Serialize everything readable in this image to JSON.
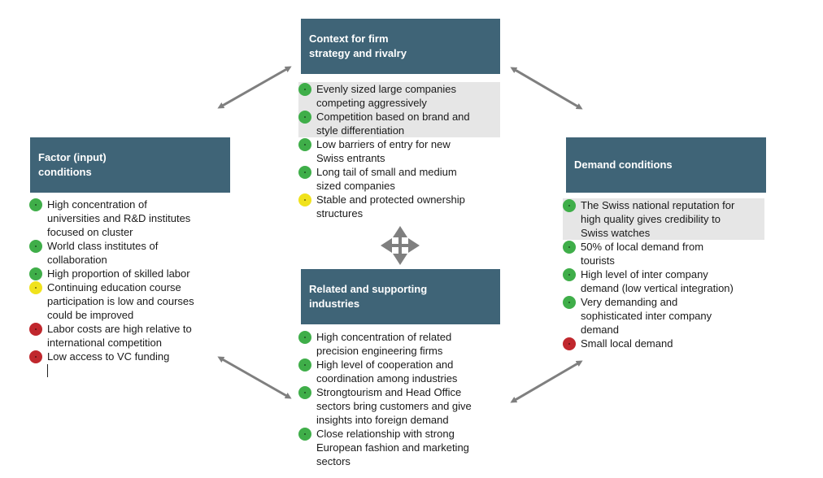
{
  "context": {
    "title": "Context for firm\nstrategy and rivalry",
    "items": [
      {
        "text": "Evenly sized large companies\ncompeting aggressively",
        "status": "green",
        "highlight": true
      },
      {
        "text": "Competition based on brand and\nstyle differentiation",
        "status": "green",
        "highlight": true
      },
      {
        "text": "Low barriers of entry for new\nSwiss entrants",
        "status": "green",
        "highlight": false
      },
      {
        "text": "Long tail of small and medium\nsized companies",
        "status": "green",
        "highlight": false
      },
      {
        "text": "Stable and protected ownership\nstructures",
        "status": "yellow",
        "highlight": false
      }
    ]
  },
  "factor": {
    "title": "Factor (input)\nconditions",
    "items": [
      {
        "text": "High concentration of\nuniversities and R&D institutes\nfocused on cluster",
        "status": "green",
        "highlight": false
      },
      {
        "text": "World class institutes of\ncollaboration",
        "status": "green",
        "highlight": false
      },
      {
        "text": "High proportion of skilled labor",
        "status": "green",
        "highlight": false
      },
      {
        "text": "Continuing education course\nparticipation is low and courses\ncould be improved",
        "status": "yellow",
        "highlight": false
      },
      {
        "text": "Labor costs are high relative to\ninternational competition",
        "status": "red",
        "highlight": false
      },
      {
        "text": "Low access to VC funding",
        "status": "red",
        "highlight": false
      }
    ]
  },
  "demand": {
    "title": "Demand conditions",
    "items": [
      {
        "text": "The Swiss national reputation for\nhigh quality gives credibility to\nSwiss watches",
        "status": "green",
        "highlight": true
      },
      {
        "text": "50% of local demand from\ntourists",
        "status": "green",
        "highlight": false
      },
      {
        "text": "High level of inter company\ndemand (low vertical integration)",
        "status": "green",
        "highlight": false
      },
      {
        "text": "Very demanding and\nsophisticated inter company\ndemand",
        "status": "green",
        "highlight": false
      },
      {
        "text": "Small local demand",
        "status": "red",
        "highlight": false
      }
    ]
  },
  "related": {
    "title": "Related and supporting\nindustries",
    "items": [
      {
        "text": "High concentration of related\nprecision engineering  firms",
        "status": "green",
        "highlight": false
      },
      {
        "text": "High level of cooperation and\ncoordination among industries",
        "status": "green",
        "highlight": false
      },
      {
        "text": "Strongtourism and Head Office\nsectors bring customers and give\ninsights into foreign demand",
        "status": "green",
        "highlight": false
      },
      {
        "text": "Close relationship with strong\nEuropean fashion and marketing\nsectors",
        "status": "green",
        "highlight": false
      }
    ]
  },
  "colors": {
    "header_bg": "#3f6477",
    "green": "#3fae49",
    "yellow": "#f0e21c",
    "red": "#c0272d",
    "arrow": "#7f7f7f",
    "highlight": "#e6e6e6"
  }
}
